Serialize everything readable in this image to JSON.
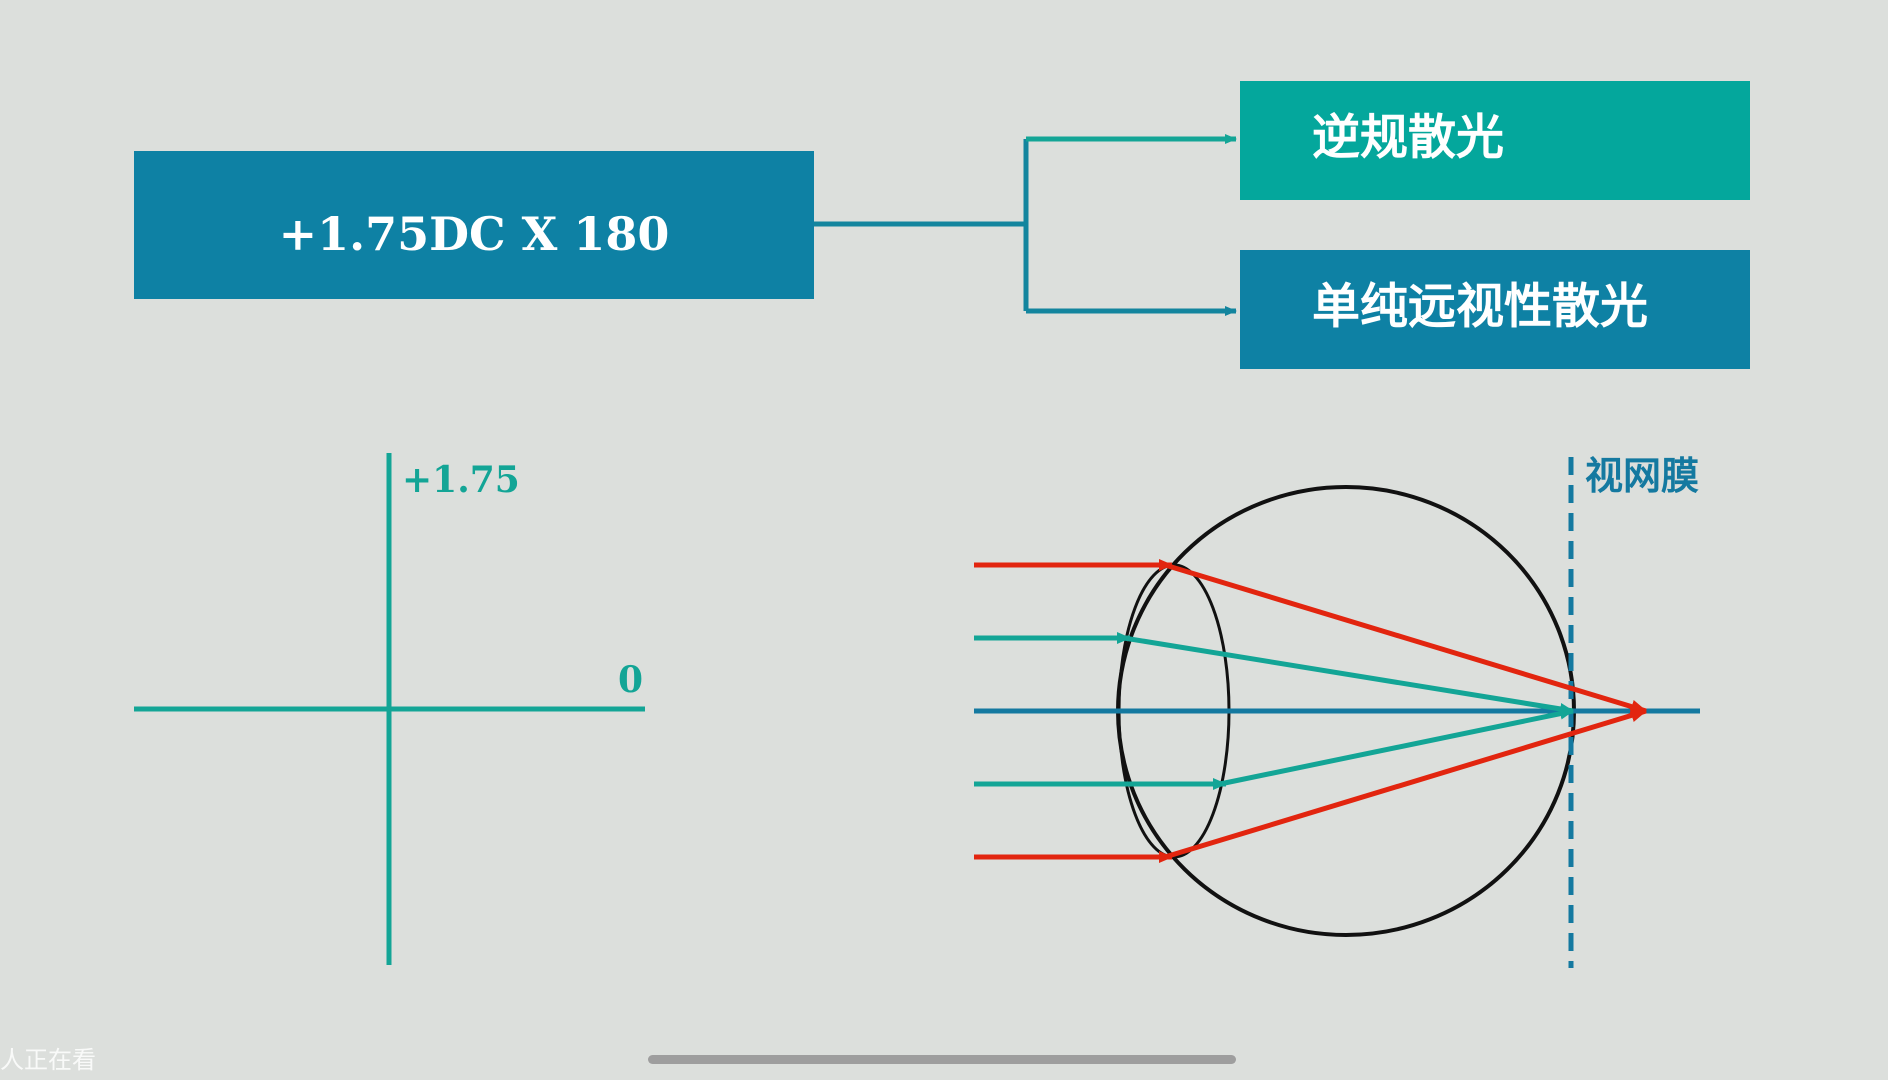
{
  "prescription": {
    "label": "+1.75DC X 180"
  },
  "outcomes": [
    {
      "label": "逆规散光",
      "color": "#04a79c"
    },
    {
      "label": "单纯远视性散光",
      "color": "#0e81a4"
    }
  ],
  "power_cross": {
    "vertical_label": "+1.75",
    "horizontal_label": "0",
    "color": "#13a596"
  },
  "eye": {
    "retina_label": "视网膜",
    "retina_color": "#1479a0",
    "outer_ray_color": "#e2250f",
    "inner_ray_color": "#13a596",
    "axis_color": "#1479a0"
  },
  "watermark": {
    "text": "人正在看"
  },
  "colors": {
    "primary_box": "#0e81a4",
    "connector": "#13859e",
    "background": "#dcdfdc"
  }
}
